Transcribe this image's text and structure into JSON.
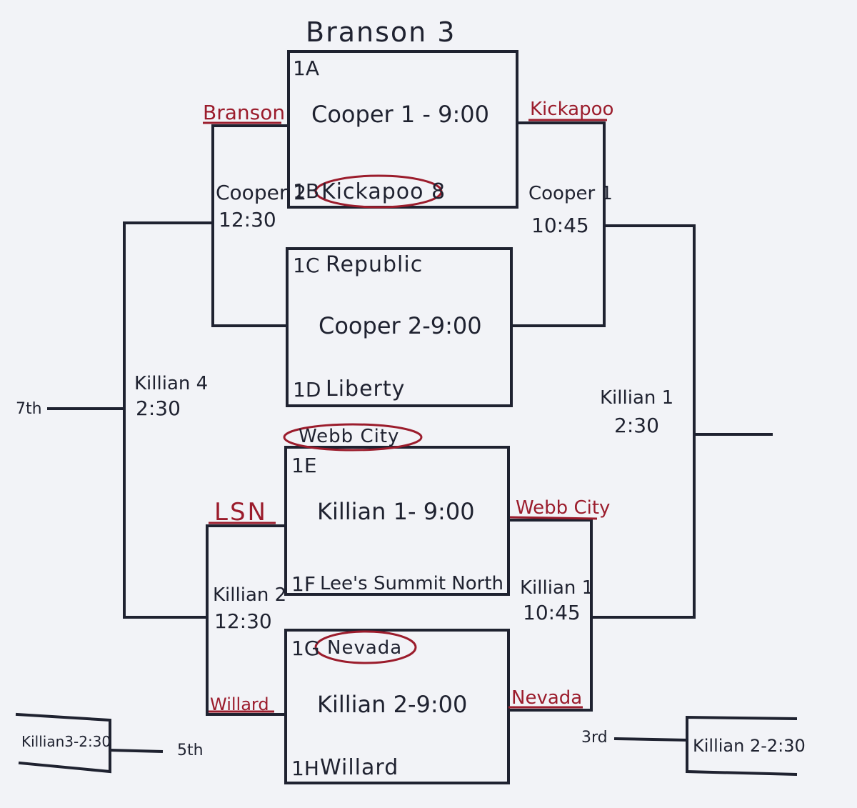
{
  "matches": {
    "m1": {
      "top_code": "1A",
      "top_team": "",
      "court": "Cooper 1 - 9:00",
      "bottom_code": "1B",
      "bottom_team": "Kickapoo 8",
      "top_winner": "Branson 3"
    },
    "m2": {
      "top_code": "1C",
      "top_team": "Republic",
      "court": "Cooper 2-9:00",
      "bottom_code": "1D",
      "bottom_team": "Liberty"
    },
    "m3": {
      "top_code": "1E",
      "top_team": "",
      "court": "Killian 1- 9:00",
      "bottom_code": "1F",
      "bottom_team": "Lee's Summit North",
      "top_winner": "Webb City"
    },
    "m4": {
      "top_code": "1G",
      "top_team": "Nevada",
      "court": "Killian 2-9:00",
      "bottom_code": "1H",
      "bottom_team": "Willard"
    }
  },
  "left_round": {
    "upper": {
      "court": "Cooper 2",
      "time": "12:30",
      "winner_top": "Branson"
    },
    "lower": {
      "court": "Killian 2",
      "time": "12:30",
      "winner_top": "LSN",
      "winner_bottom": "Willard"
    },
    "final": {
      "court": "Killian 4",
      "time": "2:30",
      "place": "7th"
    }
  },
  "right_round": {
    "upper": {
      "court": "Cooper 1",
      "time": "10:45",
      "winner_top": "Kickapoo"
    },
    "lower": {
      "court": "Killian 1",
      "time": "10:45",
      "winner_top": "Webb City",
      "winner_bottom": "Nevada"
    },
    "final": {
      "court": "Killian 1",
      "time": "2:30"
    }
  },
  "fifth_place": {
    "label": "Killian3-2:30",
    "place": "5th"
  },
  "third_place": {
    "label": "Killian 2-2:30",
    "place": "3rd"
  },
  "colors": {
    "ink": "#1f2230",
    "red": "#9b1c2c",
    "paper": "#f2f3f7"
  }
}
